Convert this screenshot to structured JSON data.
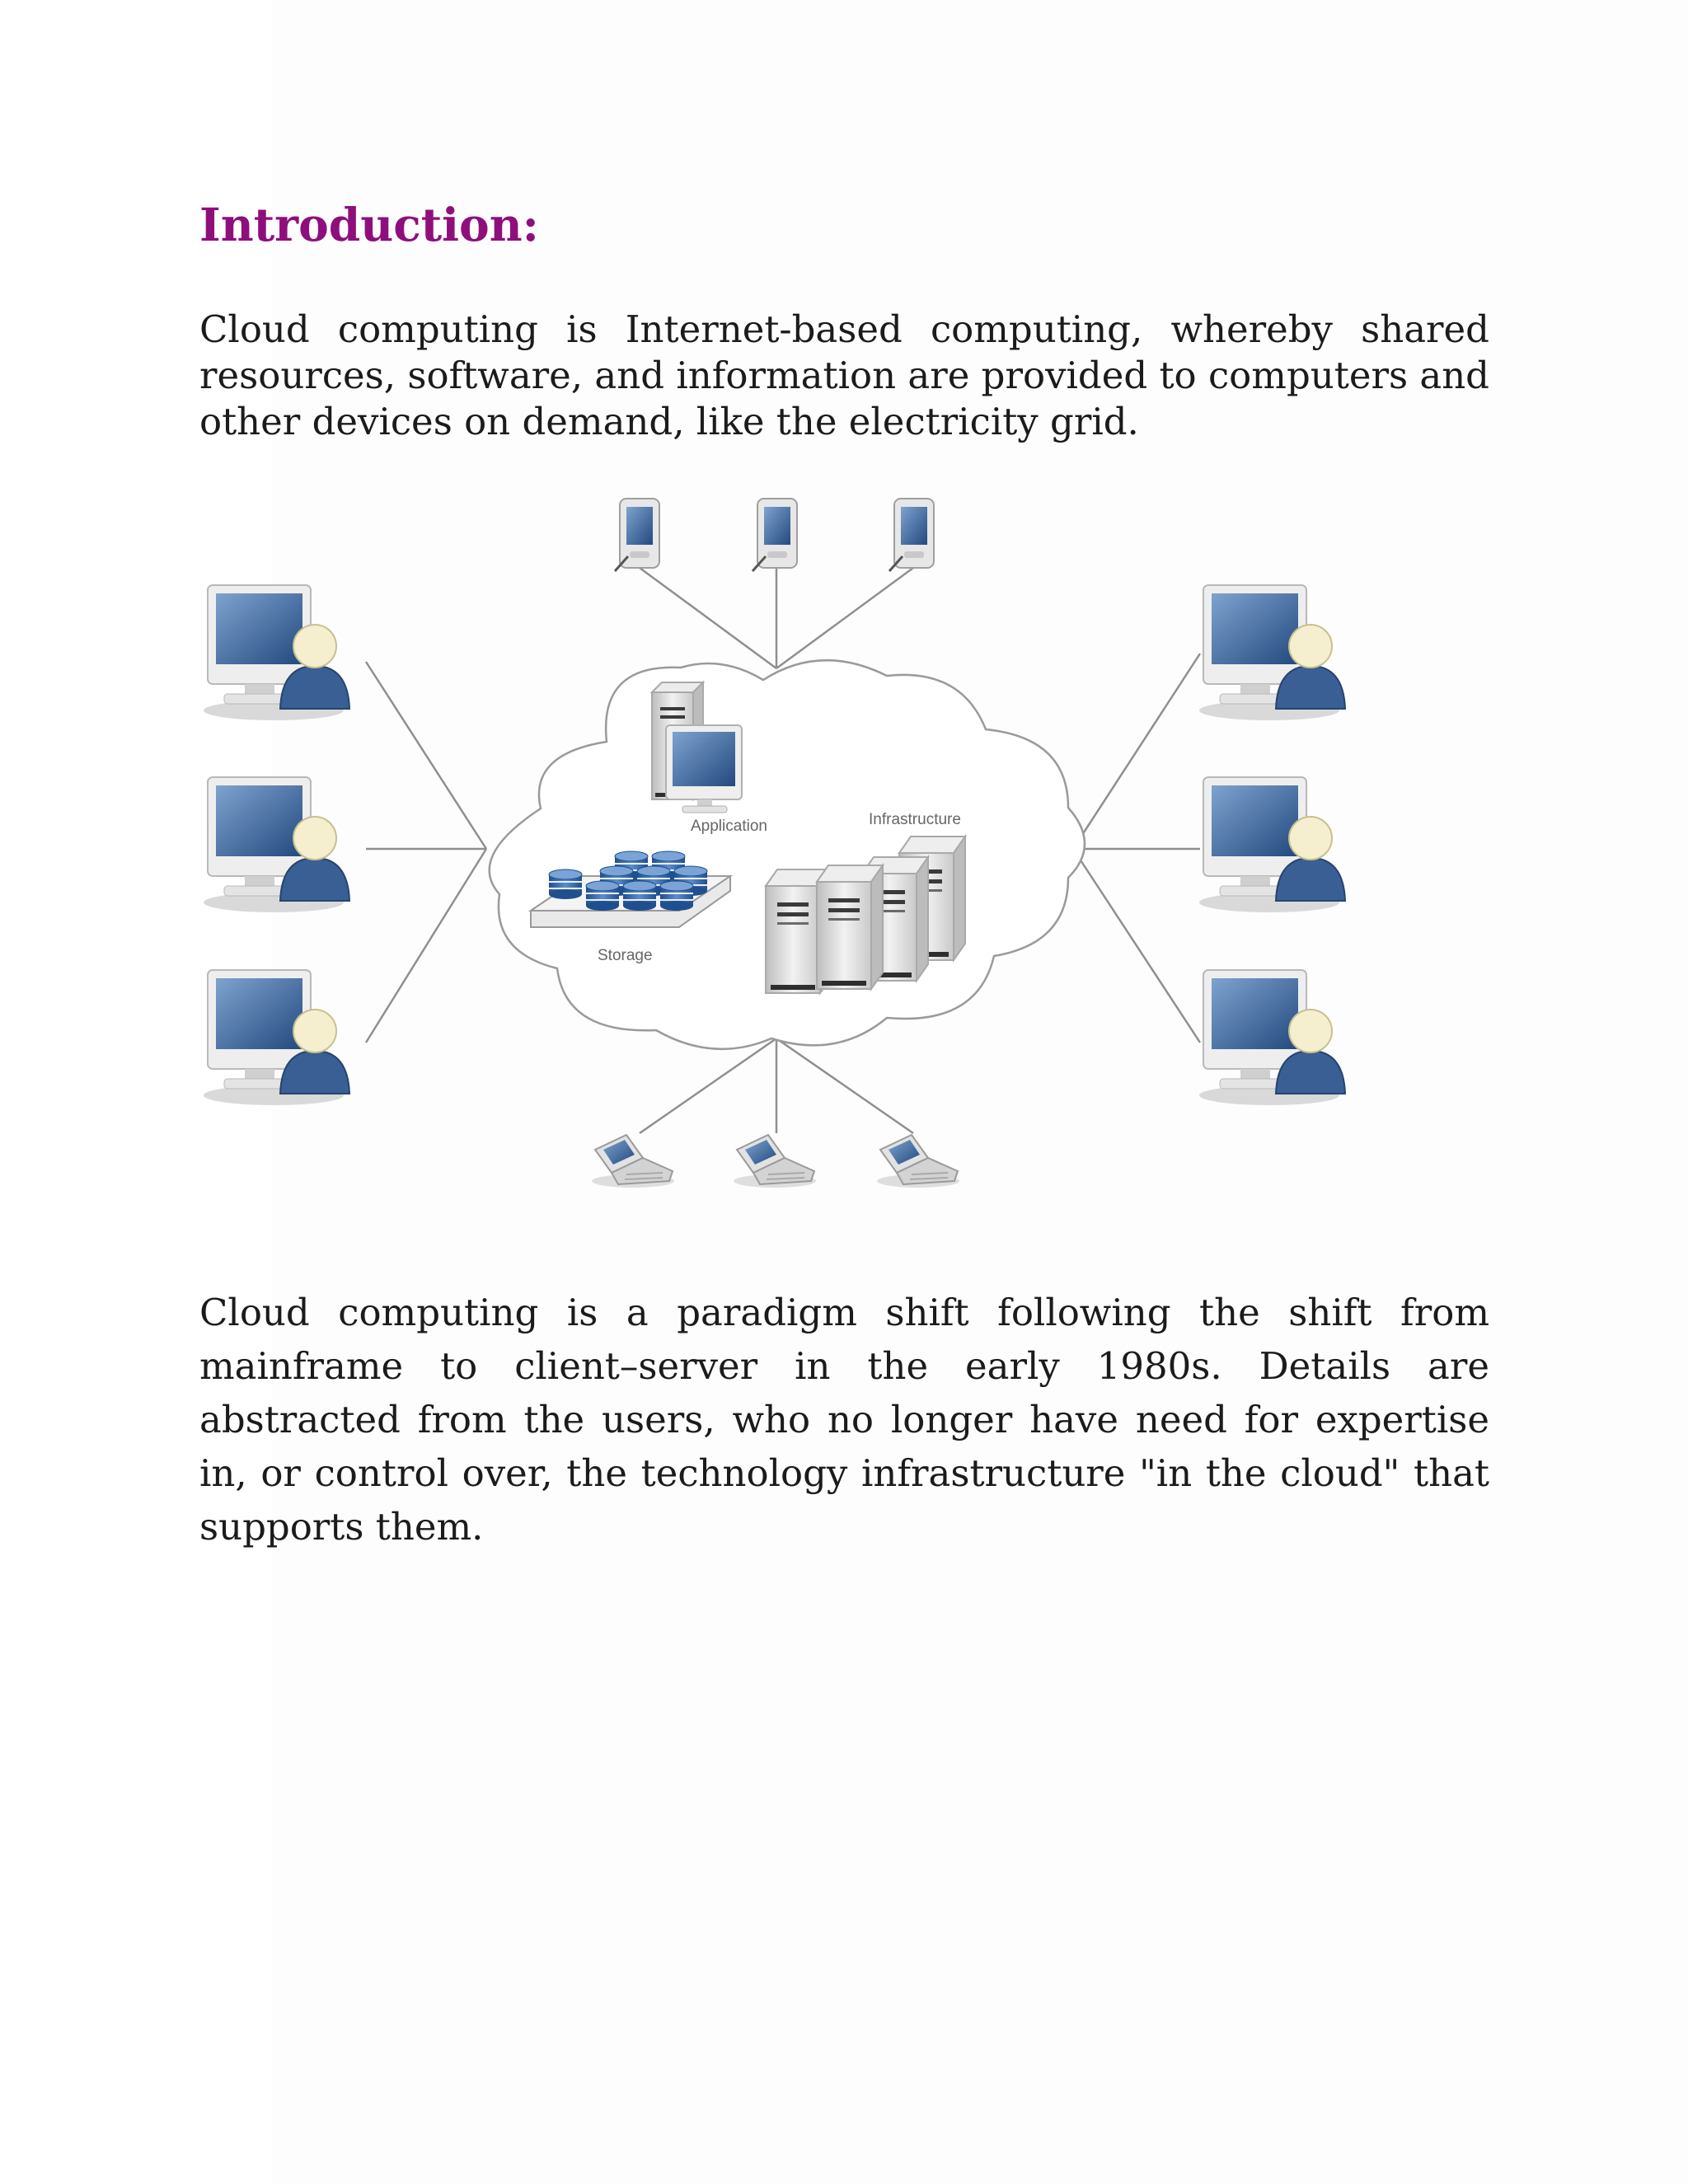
{
  "heading": "Introduction:",
  "paragraph1": "Cloud computing is Internet-based computing, whereby shared resources, software, and information are provided to computers and other devices on demand, like the electricity grid.",
  "diagram": {
    "label_application": "Application",
    "label_infrastructure": "Infrastructure",
    "label_storage": "Storage",
    "colors": {
      "line": "#8f8f8f",
      "cloud_stroke": "#9a9a9a",
      "monitor_screen": "#2f5a96",
      "person": "#3a5f94",
      "head": "#f6efcf",
      "db": "#2f64a8",
      "server": "#dcdcdc"
    }
  },
  "paragraph2": "Cloud computing is a paradigm shift following the shift from mainframe to client–server in the early 1980s. Details are abstracted from the users, who no longer have need for expertise in, or control over, the technology infrastructure \"in the cloud\" that supports them."
}
